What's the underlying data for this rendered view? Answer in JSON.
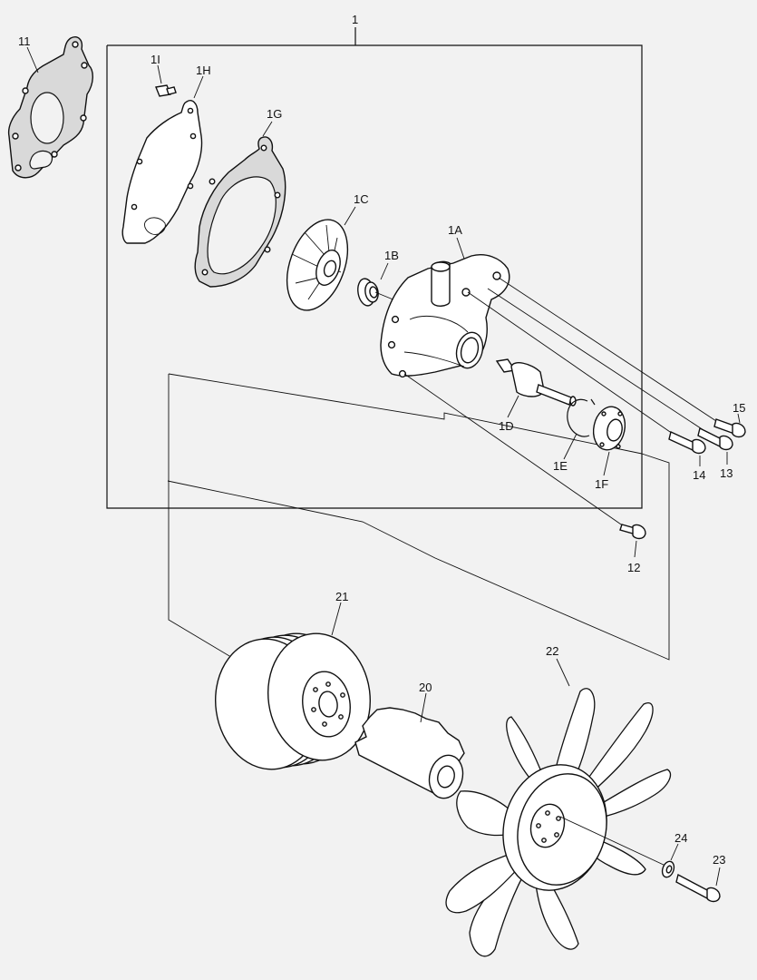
{
  "labels": {
    "assembly": "1",
    "gasket_outer": "11",
    "bolt_1i": "1I",
    "plate_1h": "1H",
    "gasket_1g": "1G",
    "impeller_1c": "1C",
    "seal_1b": "1B",
    "housing_1a": "1A",
    "shaft_1d": "1D",
    "circlip_1e": "1E",
    "flange_1f": "1F",
    "bolt_15": "15",
    "bolt_13": "13",
    "bolt_14": "14",
    "bolt_12": "12",
    "pulley_21": "21",
    "spacer_20": "20",
    "fan_22": "22",
    "washer_24": "24",
    "bolt_23": "23"
  },
  "colors": {
    "background": "#f2f2f2",
    "line": "#111111",
    "gasket_fill": "#d9d9d9"
  }
}
